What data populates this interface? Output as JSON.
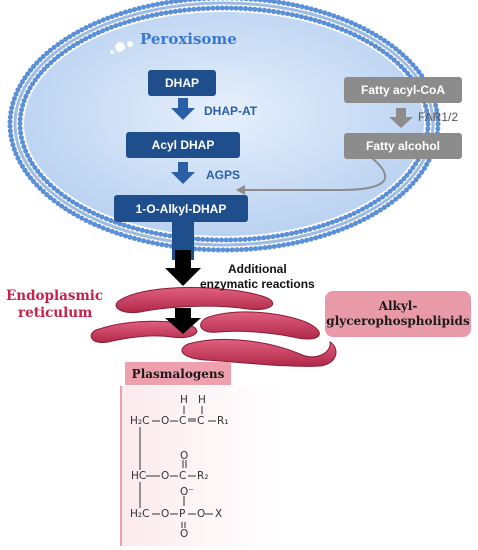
{
  "peroxisome": {
    "title": "Peroxisome",
    "steps": [
      "DHAP",
      "Acyl DHAP",
      "1-O-Alkyl-DHAP"
    ],
    "enzymes": [
      "DHAP-AT",
      "AGPS"
    ]
  },
  "fatty": {
    "acyl_coa": "Fatty acyl-CoA",
    "enzyme": "FAR1/2",
    "alcohol": "Fatty alcohol"
  },
  "er": {
    "label_line1": "Endoplasmic",
    "label_line2": "reticulum",
    "reactions_line1": "Additional",
    "reactions_line2": "enzymatic reactions"
  },
  "products": {
    "alkyl_line1": "Alkyl-",
    "alkyl_line2": "glycerophospholipids",
    "plasmalogens": "Plasmalogens"
  },
  "structure": {
    "atoms": [
      "H",
      "H",
      "H₂C",
      "O",
      "C",
      "C",
      "R₁",
      "HC",
      "O",
      "C",
      "R₂",
      "O",
      "O⁻",
      "H₂C",
      "O",
      "P",
      "O",
      "X",
      "O"
    ]
  },
  "colors": {
    "peroxisome_fill": "#c9ddf5",
    "membrane": "#5b8fd8",
    "step_box": "#1f4e8c",
    "enzyme_text": "#2a5fa8",
    "grey_box": "#8c8c8c",
    "er_fill": "#c8385a",
    "er_label": "#c8204a",
    "product_box": "#e89aa8"
  }
}
